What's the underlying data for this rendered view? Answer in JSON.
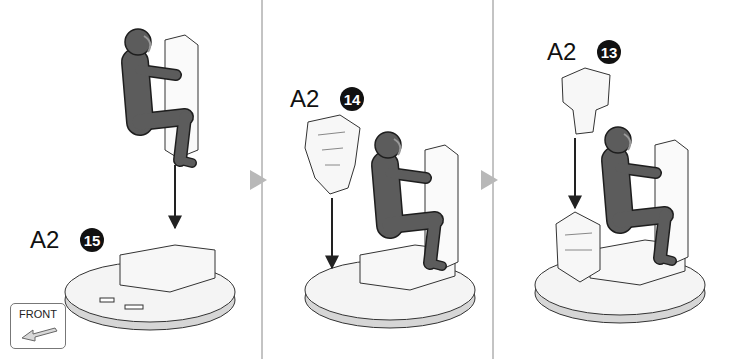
{
  "diagram": {
    "nodes": [
      {
        "text": [
          "FRONT"
        ]
      }
    ],
    "labels": [
      "A2",
      "15",
      "A2",
      "14",
      "A2",
      "13"
    ]
  }
}
